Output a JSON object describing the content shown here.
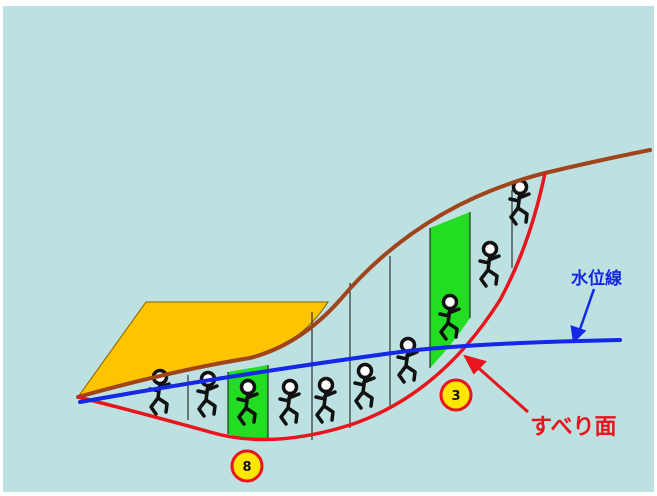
{
  "labels": {
    "water_level_line": "水位線",
    "slip_surface": "すべり面",
    "marker_a": "8",
    "marker_b": "3"
  },
  "colors": {
    "background": "#bde0e0",
    "slope_surface": "#a0441c",
    "slip_surface": "#e8141e",
    "water_level": "#1428e6",
    "fill_block": "#ffc400",
    "highlight_slice": "#22dd22",
    "marker_fill": "#ffe600",
    "marker_ring": "#e8141e",
    "figure_ink": "#111111"
  },
  "icons": {
    "slice_figures": "stick-figure-pushing-icon"
  }
}
